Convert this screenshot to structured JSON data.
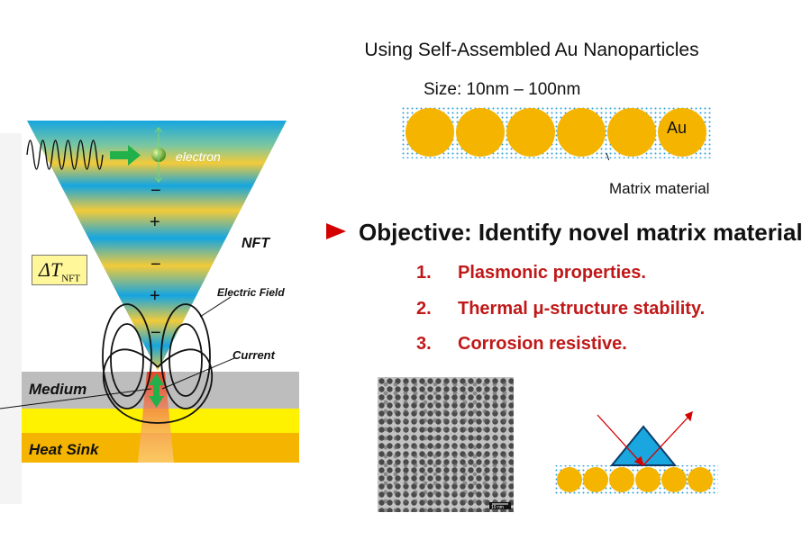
{
  "title": "Using Self-Assembled Au Nanoparticles",
  "size_line": "Size:  10nm – 100nm",
  "au_label": "Au",
  "matrix_label": "Matrix material",
  "objective": "Objective:  Identify novel matrix material",
  "objective_items": [
    {
      "num": "1.",
      "text": "Plasmonic properties."
    },
    {
      "num": "2.",
      "text": "Thermal μ-structure stability."
    },
    {
      "num": "3.",
      "text": "Corrosion resistive."
    }
  ],
  "left_diagram": {
    "electron_label": "electron",
    "nft_label": "NFT",
    "electric_field_label": "Electric Field",
    "current_label": "Current",
    "medium_label": "Medium",
    "heat_sink_label": "Heat Sink",
    "delta_t": "ΔT",
    "delta_t_sub": "NFT",
    "charges": [
      "−",
      "+",
      "−",
      "+",
      "−"
    ]
  },
  "micrograph": {
    "scalebar_text": "10 nm"
  },
  "colors": {
    "gold": "#f5b400",
    "matrix_dot": "#2aa0d6",
    "objective_red": "#c01818",
    "cone_blue": "#1aa6de",
    "cone_yellow": "#f5cc3a",
    "medium_gray": "#bdbdbd",
    "yellow_layer": "#fff200",
    "heat_sink": "#f5b400"
  }
}
